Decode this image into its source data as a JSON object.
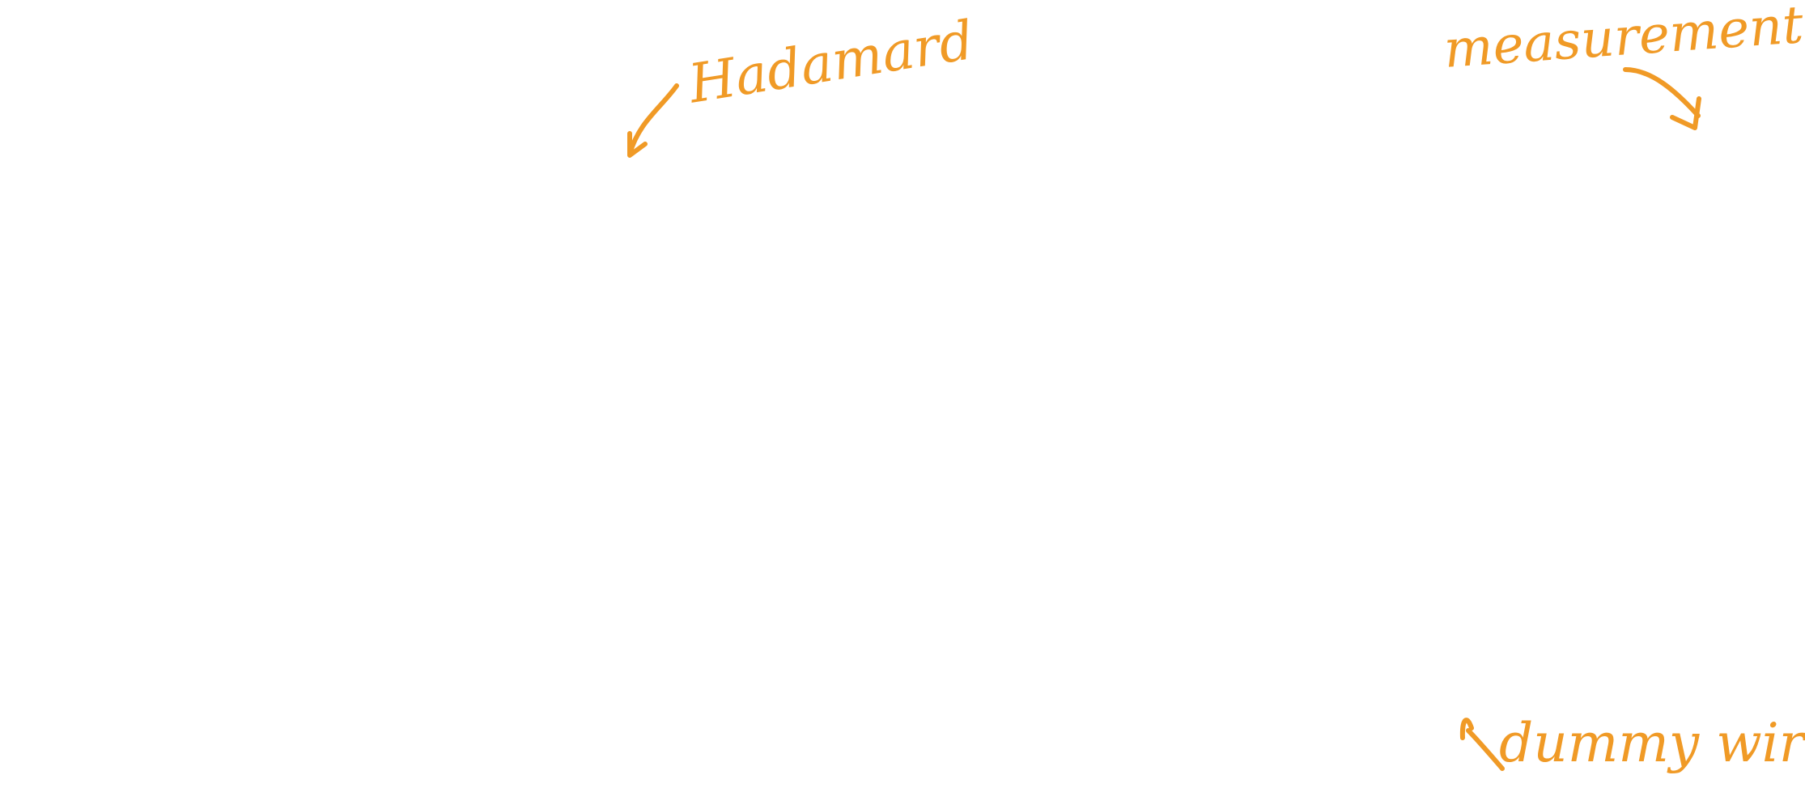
{
  "annotations": {
    "hadamard": "Hadamard",
    "measurement": "measurement",
    "dummy_wire": "dummy wire"
  },
  "colors": {
    "ink": "#f09a26",
    "background": "#ffffff"
  },
  "icons": {
    "hadamard_arrow": "arrow-down-left-icon",
    "measurement_arrow": "arrow-down-right-icon",
    "dummy_wire_arrow": "arrow-up-left-icon"
  }
}
